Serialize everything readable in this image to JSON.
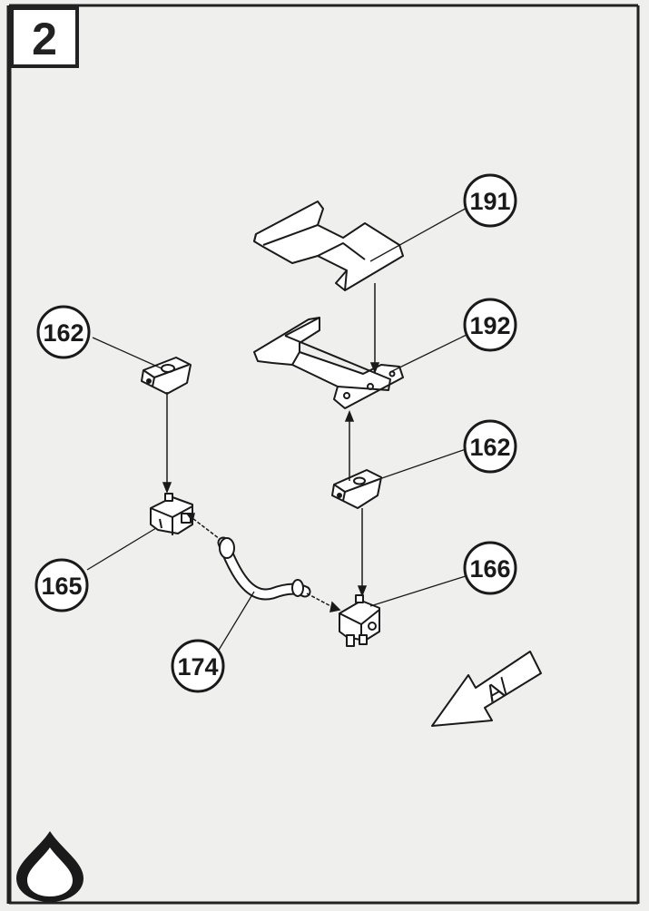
{
  "step": {
    "number": "2"
  },
  "callouts": [
    {
      "id": "c191",
      "label": "191"
    },
    {
      "id": "c192",
      "label": "192"
    },
    {
      "id": "c162a",
      "label": "162"
    },
    {
      "id": "c162b",
      "label": "162"
    },
    {
      "id": "c165",
      "label": "165"
    },
    {
      "id": "c166",
      "label": "166"
    },
    {
      "id": "c174",
      "label": "174"
    }
  ],
  "direction_arrow": {
    "label": "A/"
  },
  "icons": {
    "glue": "glue-drop-icon"
  },
  "colors": {
    "paper": "#efefed",
    "ink": "#1a1a1a",
    "part_fill": "#ffffff"
  }
}
